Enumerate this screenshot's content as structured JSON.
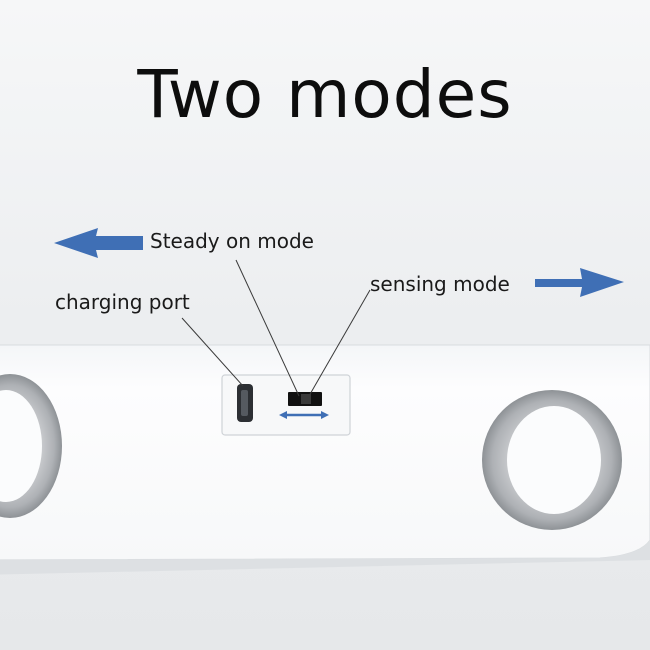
{
  "title": "Two modes",
  "labels": {
    "steady_on": "Steady on mode",
    "sensing": "sensing mode",
    "charging_port": "charging port"
  },
  "icons": {
    "left_arrow": "arrow-left-icon",
    "right_arrow": "arrow-right-icon",
    "switch_arrow": "double-arrow-icon"
  },
  "colors": {
    "arrow_blue": "#3f6fb5",
    "device_white": "#fbfcfd",
    "ring_gray": "#b9bcbf",
    "text": "#1a1a1a"
  }
}
